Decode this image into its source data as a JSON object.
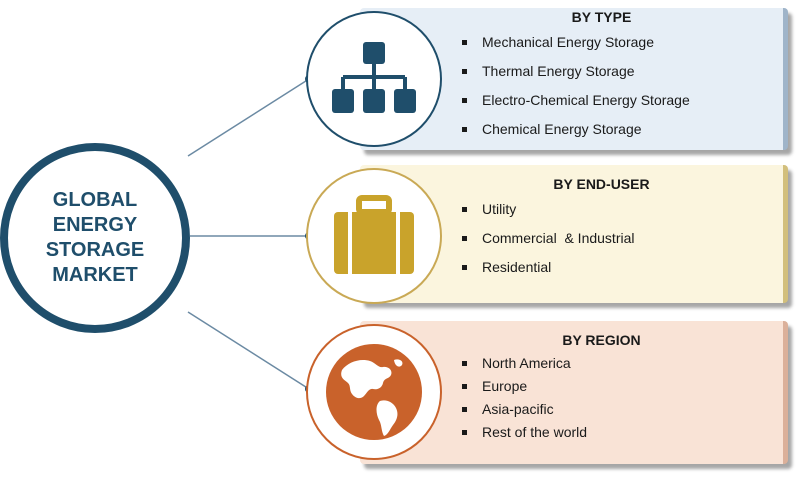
{
  "center": {
    "title": "GLOBAL\nENERGY\nSTORAGE\nMARKET"
  },
  "segments": [
    {
      "title": "BY TYPE",
      "icon": "hierarchy-icon",
      "items": [
        "Mechanical Energy Storage",
        "Thermal Energy Storage",
        "Electro-Chemical Energy Storage",
        "Chemical Energy Storage"
      ]
    },
    {
      "title": "BY END-USER",
      "icon": "briefcase-icon",
      "items": [
        "Utility",
        "Commercial  & Industrial",
        "Residential"
      ]
    },
    {
      "title": "BY REGION",
      "icon": "globe-icon",
      "items": [
        "North America",
        "Europe",
        "Asia-pacific",
        "Rest of the world"
      ]
    }
  ],
  "colors": {
    "navy": "#1f4e6b",
    "type_bg": "#e6eef6",
    "end_user_bg": "#fbf5de",
    "end_user_accent": "#c9a32b",
    "region_bg": "#f9e3d6",
    "region_accent": "#c9622b"
  }
}
